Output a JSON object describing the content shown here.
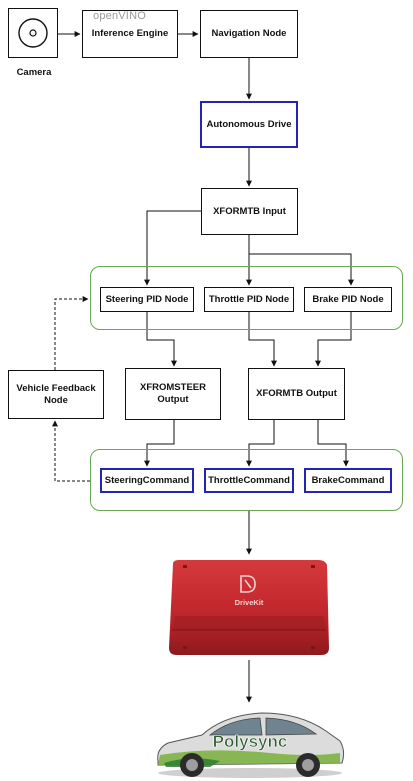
{
  "nodes": {
    "camera_label": "Camera",
    "openvino_logo": "openVINO",
    "inference_engine": "Inference Engine",
    "navigation_node": "Navigation Node",
    "autonomous_drive": "Autonomous Drive",
    "xformtb_input": "XFORMTB Input",
    "steering_pid": "Steering PID Node",
    "throttle_pid": "Throttle PID Node",
    "brake_pid": "Brake PID Node",
    "vehicle_feedback_line1": "Vehicle Feedback",
    "vehicle_feedback_line2": "Node",
    "xfromsteer_line1": "XFROMSTEER",
    "xfromsteer_line2": "Output",
    "xformtb_output": "XFORMTB Output",
    "steering_command": "SteeringCommand",
    "throttle_command": "ThrottleCommand",
    "brake_command": "BrakeCommand"
  },
  "drivekit": {
    "logo_text": "DriveKit",
    "color": "#c0262b"
  },
  "car": {
    "brand_text": "Polysync",
    "color": "#d9d9d9"
  },
  "colors": {
    "blue_border": "#2323b4",
    "green_group": "#6aa84f",
    "lines": "#111111"
  }
}
